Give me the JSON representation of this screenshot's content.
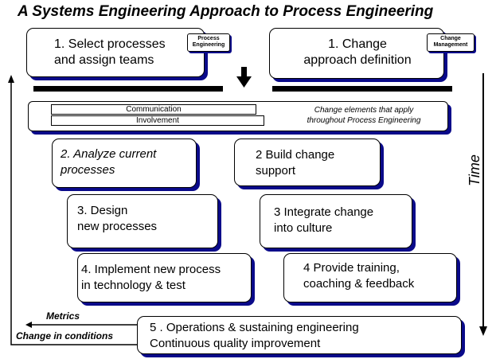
{
  "title": "A Systems Engineering Approach to Process Engineering",
  "top_left": {
    "label": "1. Select processes\nand assign teams",
    "tag": "Process\nEngineering"
  },
  "top_right": {
    "label": "1. Change\napproach definition",
    "tag": "Change\nManagement"
  },
  "change_elements": {
    "items": [
      "Communication",
      "Involvement"
    ],
    "note": "Change elements that apply\nthroughout Process Engineering"
  },
  "process_steps": [
    "2. Analyze current\nprocesses",
    "3. Design\nnew  processes",
    "4. Implement new process\nin technology & test"
  ],
  "change_steps": [
    "2 Build change\nsupport",
    "3 Integrate change\ninto culture",
    "4 Provide training,\ncoaching & feedback"
  ],
  "operations": {
    "label": "5 . Operations & sustaining engineering\nContinuous quality improvement"
  },
  "metrics_label": "Metrics",
  "change_conditions_label": "Change in conditions",
  "time_label": "Time"
}
